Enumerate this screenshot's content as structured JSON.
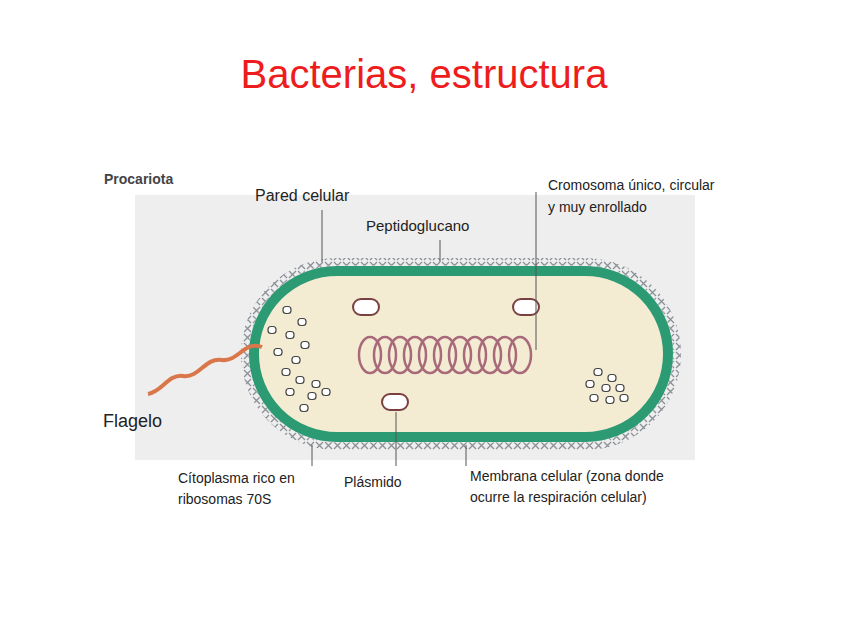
{
  "diagram": {
    "title": "Bacterias, estructura",
    "labels": [
      "Procariota",
      "Pared celular",
      "Peptidoglucano",
      "Cromosoma único, circular y muy enrollado",
      "Flagelo",
      "Cítoplasma rico en ribosomas 70S",
      "Plásmido",
      "Membrana celular (zona donde ocurre la respiración celular)"
    ]
  }
}
